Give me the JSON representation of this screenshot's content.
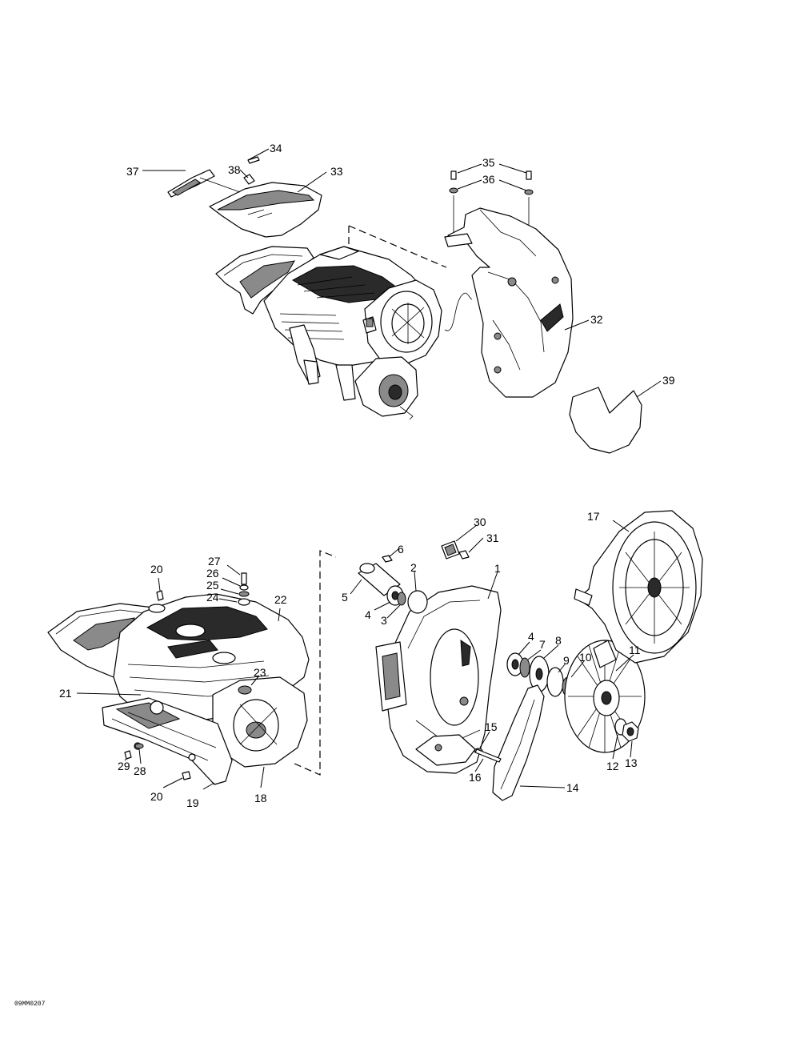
{
  "callouts": {
    "c1": "1",
    "c2": "2",
    "c3": "3",
    "c4a": "4",
    "c4b": "4",
    "c5": "5",
    "c6": "6",
    "c7": "7",
    "c8": "8",
    "c9": "9",
    "c10": "10",
    "c11": "11",
    "c12": "12",
    "c13": "13",
    "c14": "14",
    "c15": "15",
    "c16": "16",
    "c17": "17",
    "c18": "18",
    "c19": "19",
    "c20a": "20",
    "c20b": "20",
    "c21": "21",
    "c22": "22",
    "c23": "23",
    "c24": "24",
    "c25": "25",
    "c26": "26",
    "c27": "27",
    "c28": "28",
    "c29": "29",
    "c30": "30",
    "c31": "31",
    "c32": "32",
    "c33": "33",
    "c34": "34",
    "c35": "35",
    "c36": "36",
    "c37": "37",
    "c38": "38",
    "c39": "39"
  },
  "figure_code": "09MM0207"
}
